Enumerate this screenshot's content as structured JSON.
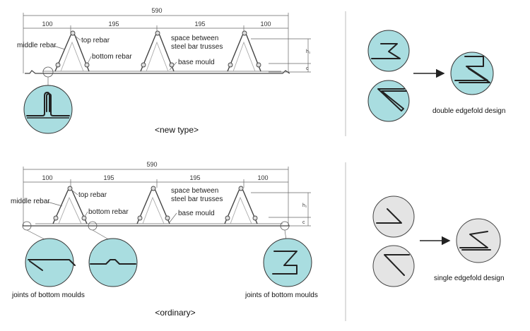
{
  "new_type": {
    "caption": "<new type>",
    "dimensions": {
      "total": "590",
      "seg1": "100",
      "seg2": "195",
      "seg3": "195",
      "seg4": "100"
    },
    "labels": {
      "middle_rebar": "middle rebar",
      "top_rebar": "top rebar",
      "bottom_rebar": "bottom rebar",
      "space_line1": "space between",
      "space_line2": "steel bar trusses",
      "base_mould": "base mould",
      "h_mark": "h₁",
      "c_mark": "c"
    }
  },
  "ordinary": {
    "caption": "<ordinary>",
    "dimensions": {
      "total": "590",
      "seg1": "100",
      "seg2": "195",
      "seg3": "195",
      "seg4": "100"
    },
    "labels": {
      "middle_rebar": "middle rebar",
      "top_rebar": "top rebar",
      "bottom_rebar": "bottom rebar",
      "space_line1": "space between",
      "space_line2": "steel bar trusses",
      "base_mould": "base mould",
      "h_mark": "h₁",
      "c_mark": "c"
    },
    "joints_left": "joints of bottom moulds",
    "joints_right": "joints of bottom moulds"
  },
  "double_design": {
    "caption": "double edgefold design"
  },
  "single_design": {
    "caption": "single edgefold design"
  },
  "colors": {
    "detail_blue": "#a9dde0",
    "detail_gray": "#e4e4e4"
  }
}
